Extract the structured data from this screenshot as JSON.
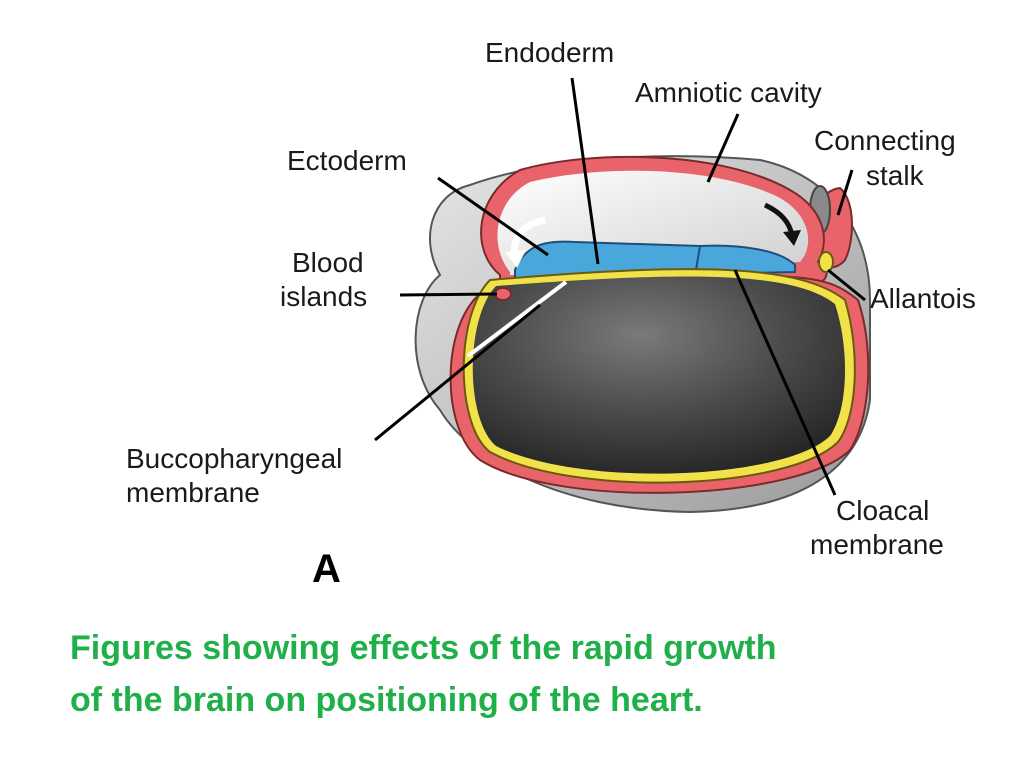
{
  "labels": {
    "endoderm": "Endoderm",
    "amniotic_cavity": "Amniotic cavity",
    "connecting_stalk_1": "Connecting",
    "connecting_stalk_2": "stalk",
    "ectoderm": "Ectoderm",
    "blood_islands_1": "Blood",
    "blood_islands_2": "islands",
    "allantois": "Allantois",
    "buccopharyngeal_1": "Buccopharyngeal",
    "buccopharyngeal_2": "membrane",
    "cloacal_1": "Cloacal",
    "cloacal_2": "membrane",
    "panel": "A"
  },
  "caption": {
    "line1": "Figures showing effects of the rapid growth",
    "line2": "of the brain on positioning of the heart."
  },
  "colors": {
    "caption": "#1fb04a",
    "amnion": "#e8646a",
    "ectoderm": "#4aa7dc",
    "endoderm_line": "#f2e24a",
    "yolk_sac": "#3a3a3a",
    "chorion": "#bdbdbd"
  }
}
